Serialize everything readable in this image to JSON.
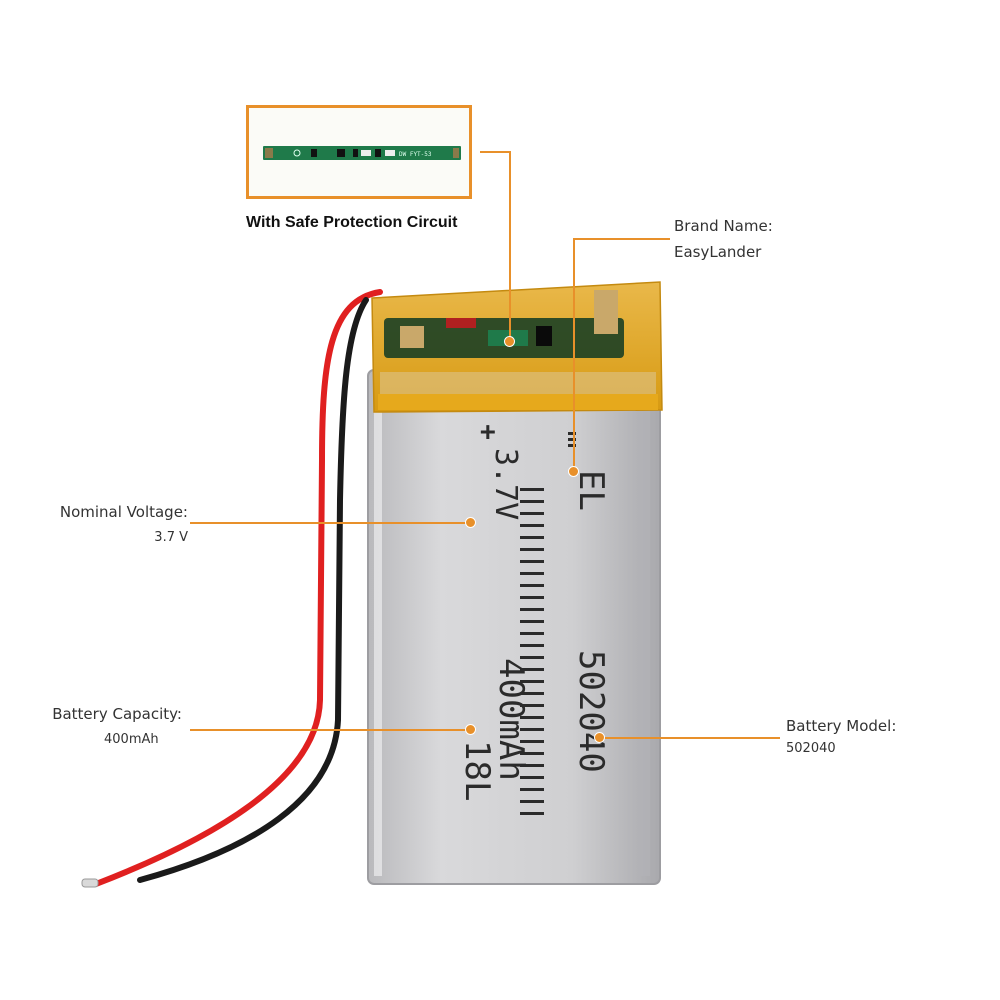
{
  "inset": {
    "caption": "With Safe Protection Circuit",
    "pcb_marking": "DW FYT-53"
  },
  "callouts": {
    "brand": {
      "label": "Brand Name:",
      "value": "EasyLander"
    },
    "voltage": {
      "label": "Nominal Voltage:",
      "value": "3.7 V"
    },
    "capacity": {
      "label": "Battery  Capacity:",
      "value": "400mAh"
    },
    "model": {
      "label": "Battery Model:",
      "value": "502040"
    }
  },
  "battery_print": {
    "plus": "+",
    "voltage": "3.7V",
    "brand": "EL",
    "model": "502040",
    "capacity": "400mAh",
    "code": "18L"
  },
  "colors": {
    "accent": "#e8902a",
    "foil": "#c9c9cb",
    "tape": "#e6a91c",
    "wire_red": "#e02020",
    "wire_black": "#1a1a1a",
    "pcb": "#1f7a4a"
  }
}
